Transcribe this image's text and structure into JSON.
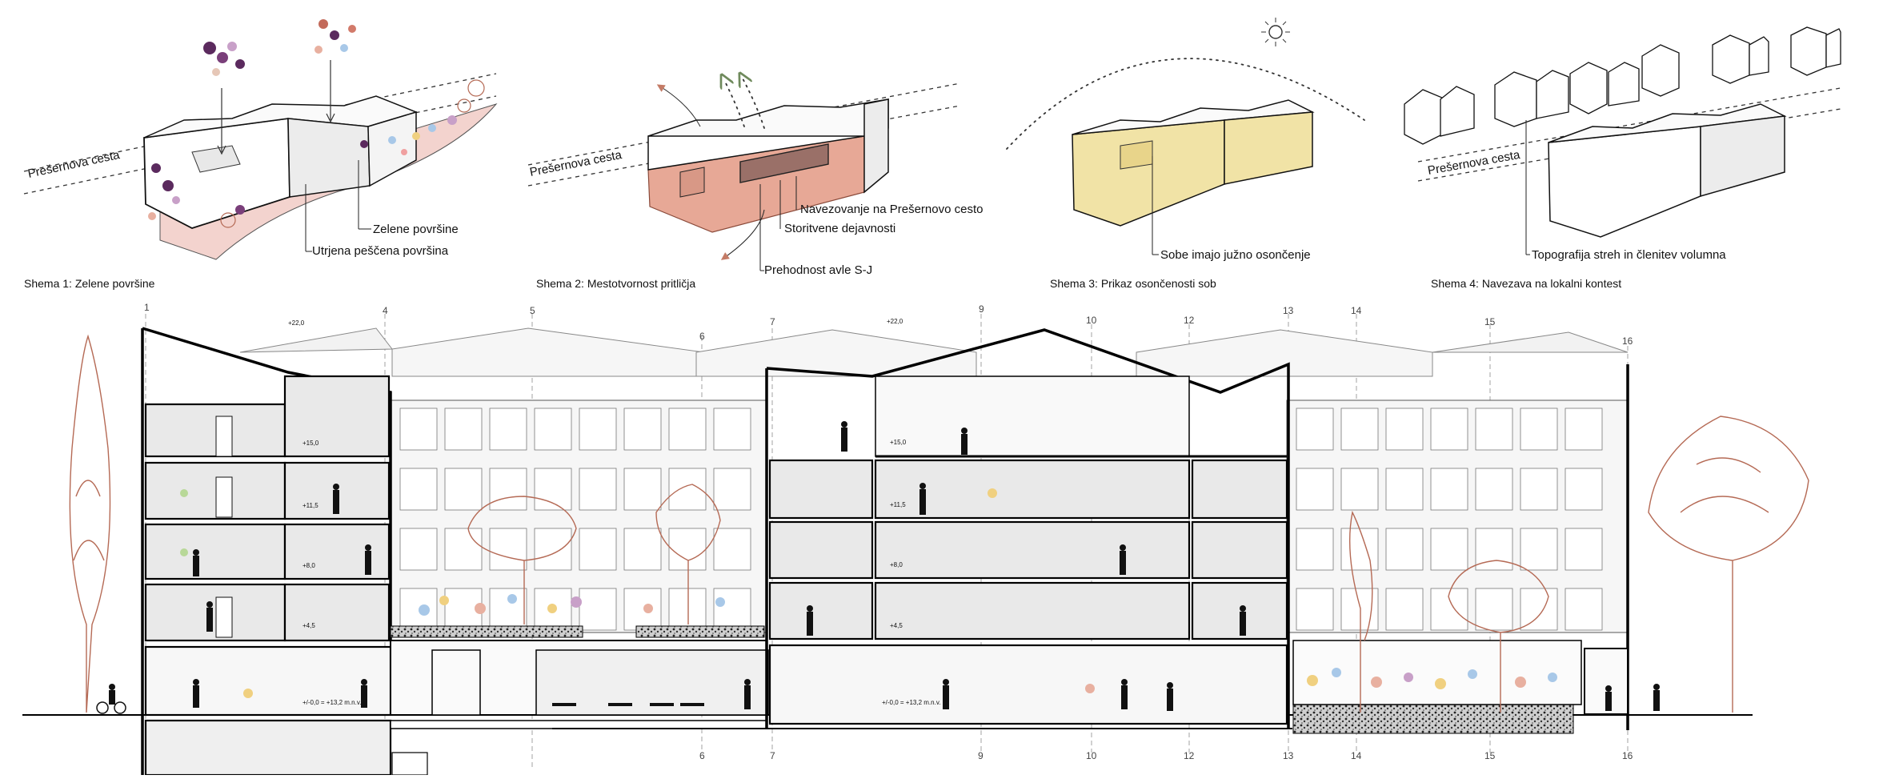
{
  "schemes": [
    {
      "caption": "Shema 1: Zelene površine",
      "street": "Prešernova cesta",
      "labels": [
        "Zelene površine",
        "Utrjena peščena površina"
      ]
    },
    {
      "caption": "Shema 2: Mestotvornost pritličja",
      "street": "Prešernova cesta",
      "labels": [
        "Navezovanje na Prešernovo cesto",
        "Storitvene dejavnosti",
        "Prehodnost avle S-J"
      ]
    },
    {
      "caption": "Shema 3: Prikaz osončenosti sob",
      "labels": [
        "Sobe imajo južno osončenje"
      ]
    },
    {
      "caption": "Shema 4: Navezava na lokalni kontest",
      "street": "Prešernova cesta",
      "labels": [
        "Topografija streh in členitev volumna"
      ]
    }
  ],
  "section": {
    "axes_top": [
      "1",
      "4",
      "5",
      "6",
      "7",
      "9",
      "10",
      "12",
      "13",
      "14",
      "15",
      "16"
    ],
    "axes_bottom": [
      "6",
      "7",
      "9",
      "10",
      "12",
      "13",
      "14",
      "15",
      "16"
    ],
    "roof_levels": [
      "+22,0",
      "+22,0"
    ],
    "levels_left": [
      "+15,0",
      "+11,5",
      "+8,0",
      "+4,5",
      "+/-0,0 = +13,2 m.n.v."
    ],
    "levels_right": [
      "+15,0",
      "+11,5",
      "+8,0",
      "+4,5",
      "+/-0,0 = +13,2 m.n.v."
    ]
  },
  "colors": {
    "tree_line": "#b56a55",
    "plaza_red": "#e7a896",
    "sun_yellow": "#f1e3a6",
    "flower_purple": "#5b2a5e"
  }
}
